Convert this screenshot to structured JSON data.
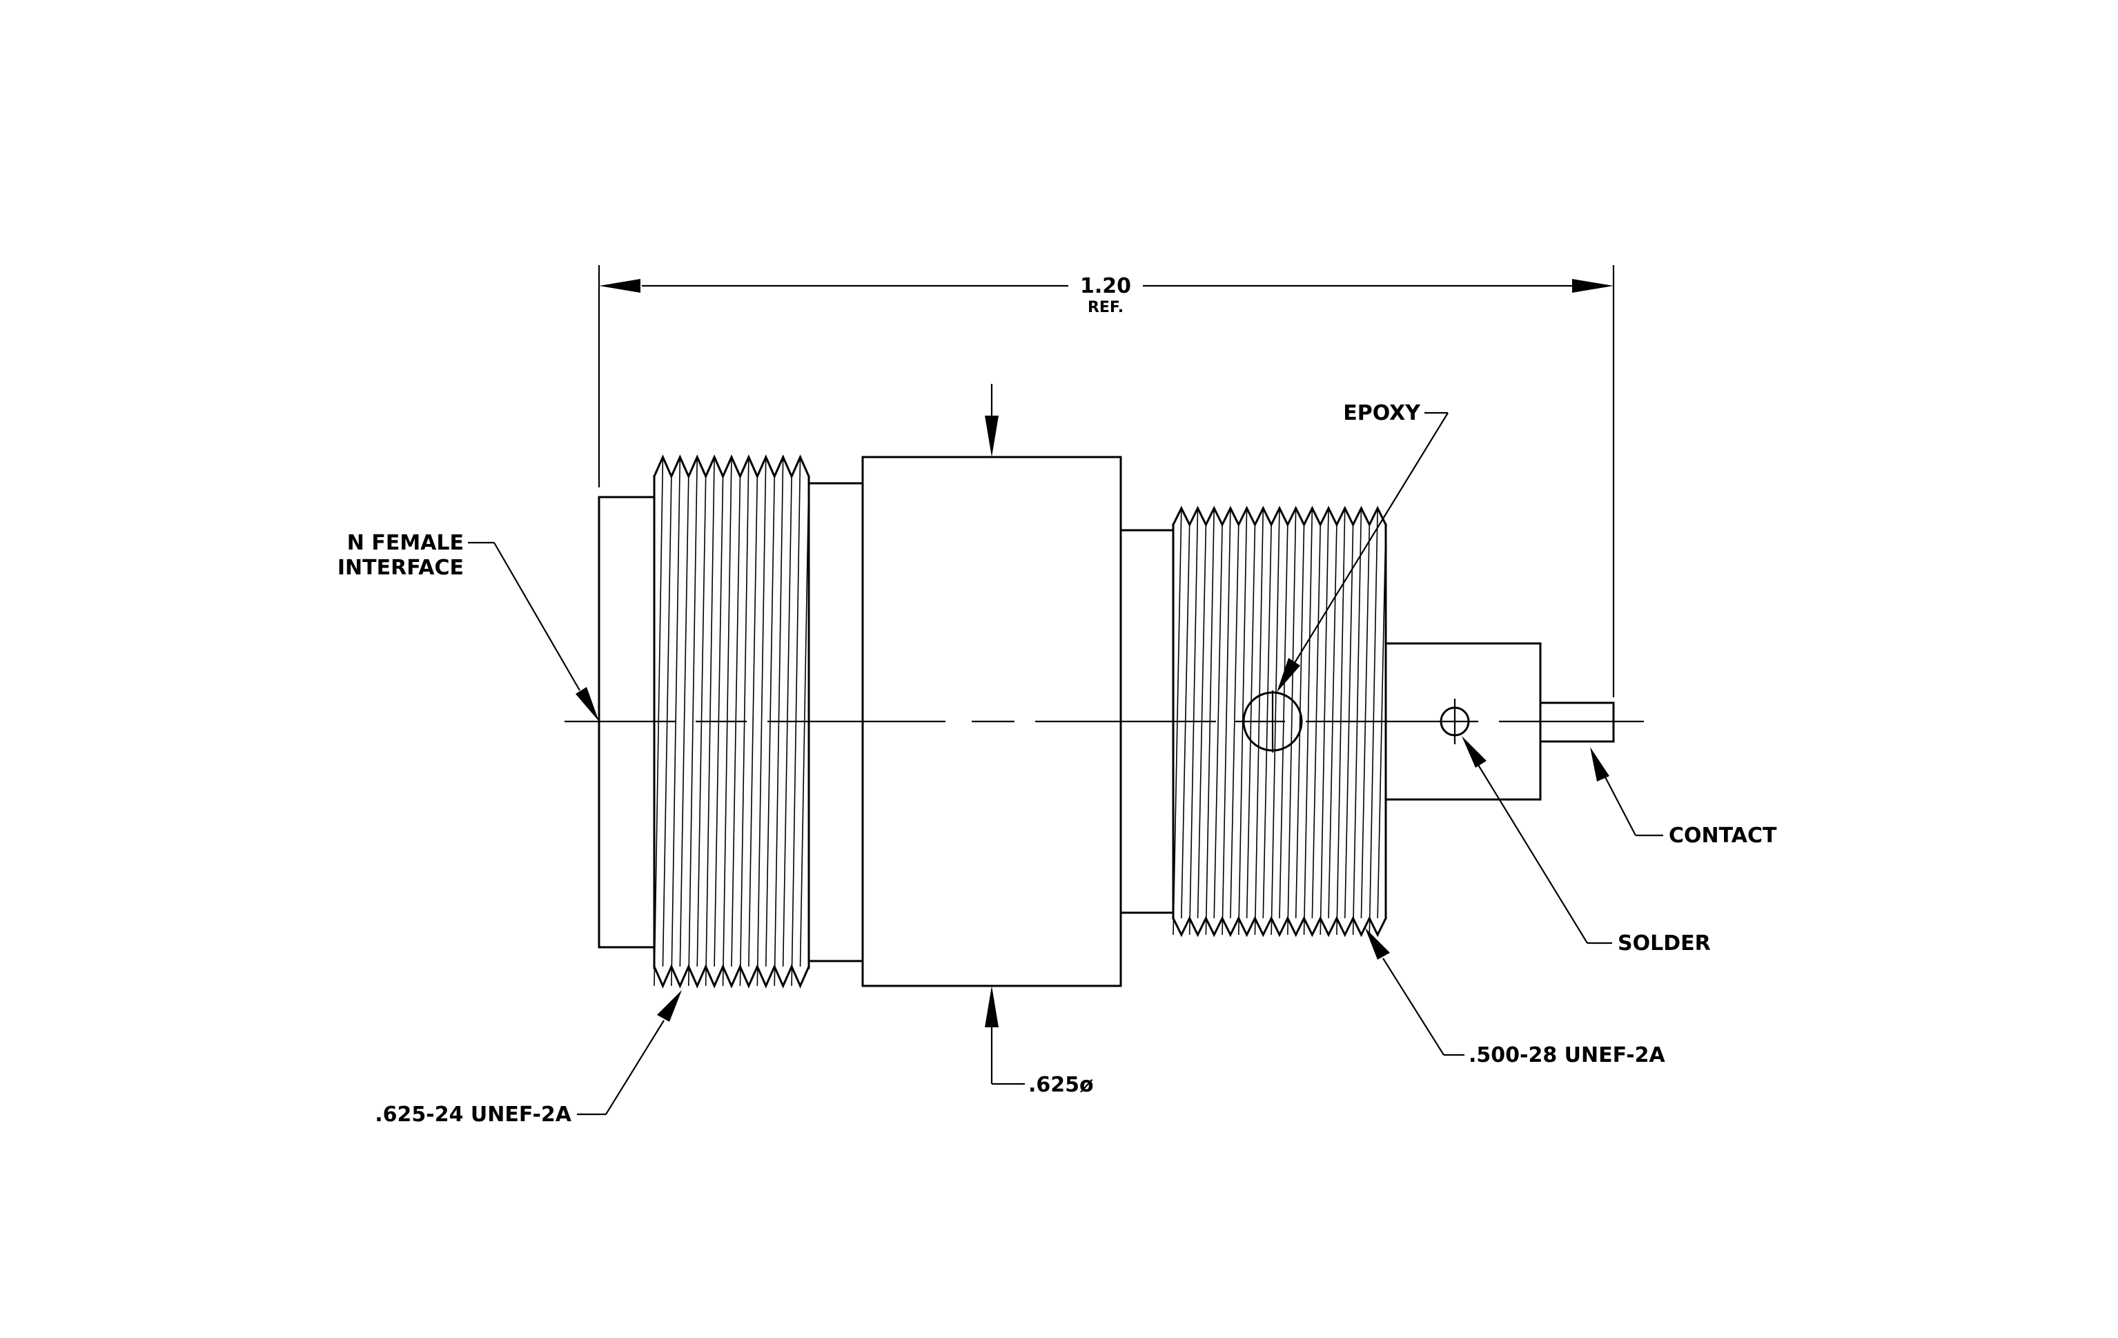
{
  "dimension": {
    "value": "1.20",
    "note": "REF."
  },
  "labels": {
    "n_female_line1": "N FEMALE",
    "n_female_line2": "INTERFACE",
    "epoxy": "EPOXY",
    "contact": "CONTACT",
    "solder": "SOLDER",
    "thread_left": ".625-24 UNEF-2A",
    "thread_right": ".500-28 UNEF-2A",
    "body_diameter": ".625ø"
  }
}
